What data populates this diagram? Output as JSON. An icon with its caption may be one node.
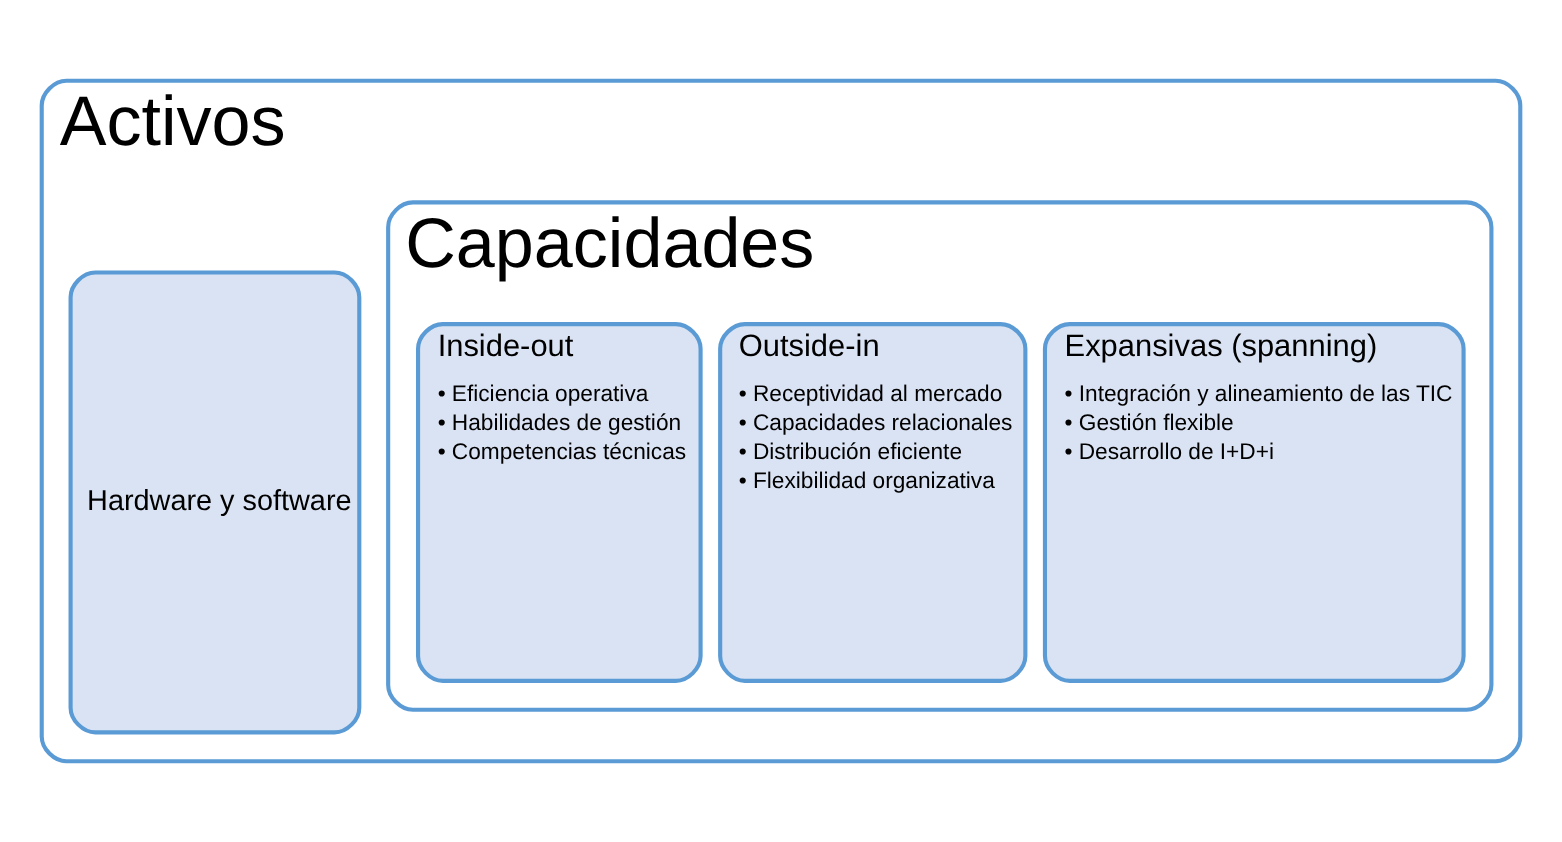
{
  "diagram": {
    "nodes": [
      {
        "text": [
          "Activos"
        ]
      },
      {
        "text": [
          "Hardware y software"
        ],
        "in": 0
      },
      {
        "text": [
          "Capacidades"
        ],
        "in": 0
      },
      {
        "text": [
          "Inside-out",
          "• Eficiencia operativa",
          "• Habilidades de gestión",
          "• Competencias técnicas"
        ],
        "in": 2
      },
      {
        "text": [
          "Outside-in",
          "• Receptividad al mercado",
          "• Capacidades relacionales",
          "• Distribución eficiente",
          "• Flexibilidad organizativa"
        ],
        "in": 2
      },
      {
        "text": [
          "Expansivas (spanning)",
          "• Integración y alineamiento de las TIC",
          "• Gestión flexible",
          "• Desarrollo de I+D+i"
        ],
        "in": 2
      }
    ]
  }
}
